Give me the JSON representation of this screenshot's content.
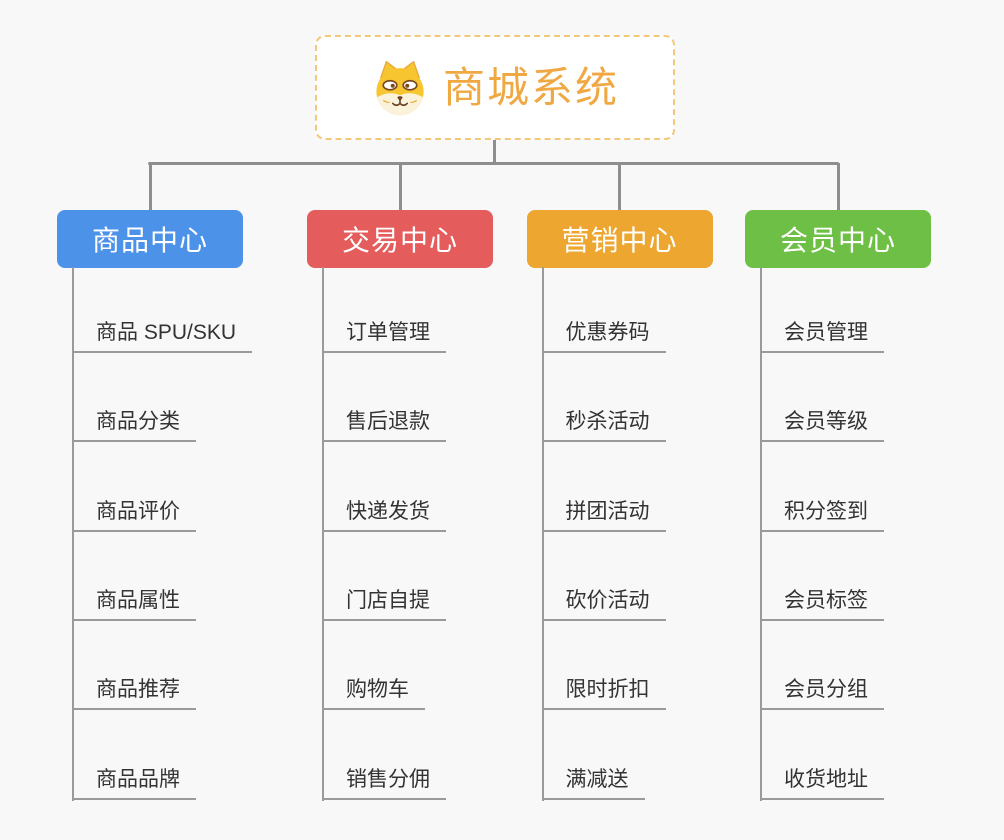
{
  "root": {
    "title": "商城系统",
    "icon": "dog-face-icon",
    "title_color": "#f0a843",
    "border_color": "#f3c87a"
  },
  "branches": [
    {
      "label": "商品中心",
      "color": "#4b92e8",
      "children": [
        "商品 SPU/SKU",
        "商品分类",
        "商品评价",
        "商品属性",
        "商品推荐",
        "商品品牌"
      ]
    },
    {
      "label": "交易中心",
      "color": "#e45c5c",
      "children": [
        "订单管理",
        "售后退款",
        "快递发货",
        "门店自提",
        "购物车",
        "销售分佣"
      ]
    },
    {
      "label": "营销中心",
      "color": "#eda62f",
      "children": [
        "优惠券码",
        "秒杀活动",
        "拼团活动",
        "砍价活动",
        "限时折扣",
        "满减送"
      ]
    },
    {
      "label": "会员中心",
      "color": "#6ebf45",
      "children": [
        "会员管理",
        "会员等级",
        "积分签到",
        "会员标签",
        "会员分组",
        "收货地址"
      ]
    }
  ],
  "colors": {
    "background": "#f8f8f8",
    "connector": "#8e8e8e",
    "leaf_underline": "#9a9a9a",
    "leaf_text": "#333333"
  }
}
